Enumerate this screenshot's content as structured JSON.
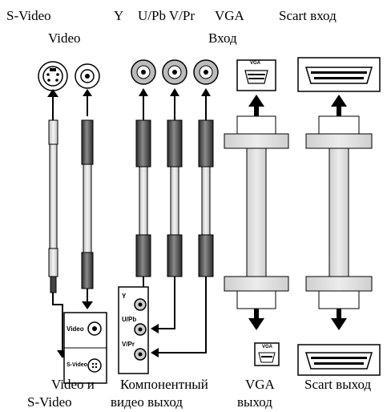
{
  "top_labels": {
    "svideo": "S-Video",
    "video": "Video",
    "y": "Y",
    "upb_vpr": "U/Pb V/Pr",
    "vga": "VGA",
    "vga_in": "Вход",
    "scart_in": "Scart вход"
  },
  "panel_labels": {
    "video": "Video",
    "svideo": "S-Video",
    "y": "Y",
    "upb": "U/Pb",
    "vpr": "V/Pr",
    "vga_top": "VGA",
    "vga_bottom": "VGA"
  },
  "bottom_labels": {
    "video_and": "Video и",
    "svideo": "S-Video",
    "component": "Компонентный",
    "video_out": "видео выход",
    "vga": "VGA",
    "vga_out": "выход",
    "scart_out": "Scart выход"
  },
  "colors": {
    "cable_light": "#e4e4e4",
    "cable_dark": "#3a3a3a",
    "outline": "#000000",
    "band": "#dcdcdc"
  }
}
